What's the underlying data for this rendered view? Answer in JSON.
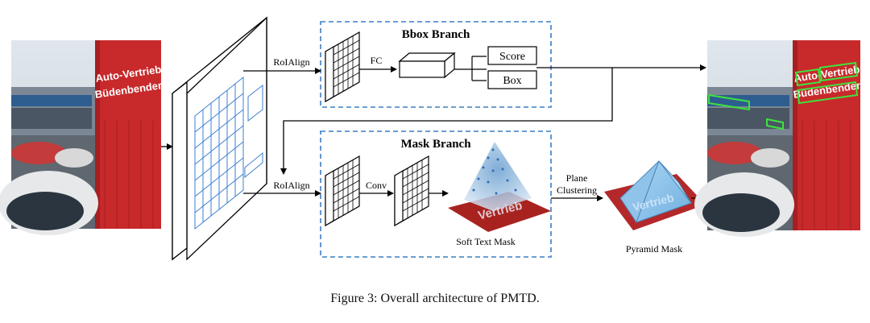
{
  "diagram": {
    "bbox_branch": {
      "title": "Bbox Branch",
      "roi_label": "RoIAlign",
      "fc_label": "FC",
      "score_label": "Score",
      "box_label": "Box"
    },
    "mask_branch": {
      "title": "Mask Branch",
      "roi_label": "RoIAlign",
      "conv_label": "Conv",
      "soft_mask_label": "Soft Text Mask",
      "soft_mask_text": "Vertrieb"
    },
    "plane_clustering_label": [
      "Plane",
      "Clustering"
    ],
    "pyramid_mask_label": "Pyramid Mask",
    "pyramid_mask_text": "Vertrieb",
    "input_sign_lines": [
      "Auto-Vertrieb",
      "Büdenbender"
    ],
    "output_sign_lines": [
      "Auto-Vertrieb",
      "Büdenbender"
    ],
    "colors": {
      "dashed_border": "#3a7fc4",
      "grid_blue": "#3e7fd0",
      "detection_green": "#3ee23e",
      "sign_red": "#c8292b",
      "mask_red": "#a8231f"
    }
  },
  "caption": "Figure 3: Overall architecture of PMTD."
}
